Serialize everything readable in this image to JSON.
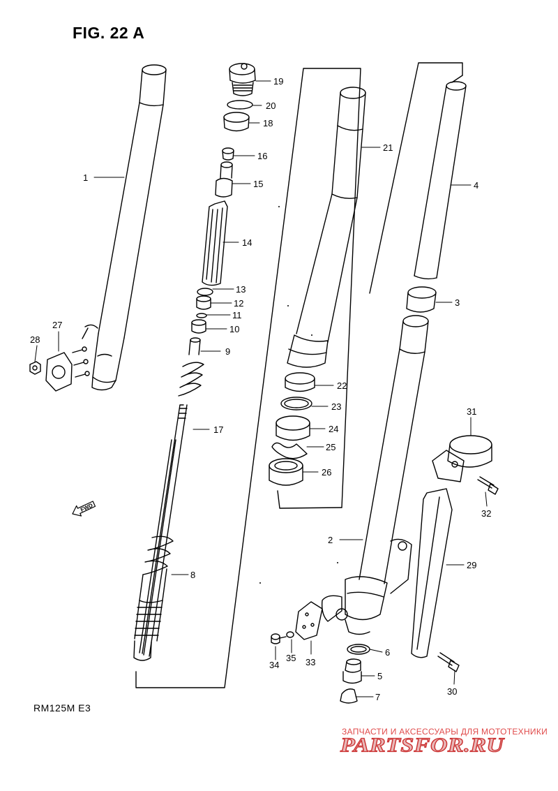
{
  "figure": {
    "title": "FIG. 22 A",
    "model": "RM125M  E3"
  },
  "direction": {
    "label": "FWD",
    "icon": "forward-arrow-icon"
  },
  "watermark": {
    "caption": "ЗАПЧАСТИ И АКСЕССУАРЫ ДЛЯ МОТОТЕХНИКИ",
    "logo": "PARTSFOR.RU"
  },
  "callouts": {
    "1": "1",
    "2": "2",
    "3": "3",
    "4": "4",
    "5": "5",
    "6": "6",
    "7": "7",
    "8": "8",
    "9": "9",
    "10": "10",
    "11": "11",
    "12": "12",
    "13": "13",
    "14": "14",
    "15": "15",
    "16": "16",
    "17": "17",
    "18": "18",
    "19": "19",
    "20": "20",
    "21": "21",
    "22": "22",
    "23": "23",
    "24": "24",
    "25": "25",
    "26": "26",
    "27": "27",
    "28": "28",
    "29": "29",
    "30": "30",
    "31": "31",
    "32": "32",
    "33": "33",
    "34": "34",
    "35": "35"
  },
  "colors": {
    "line": "#000000",
    "background": "#ffffff",
    "watermark_red": "#cc3333"
  }
}
